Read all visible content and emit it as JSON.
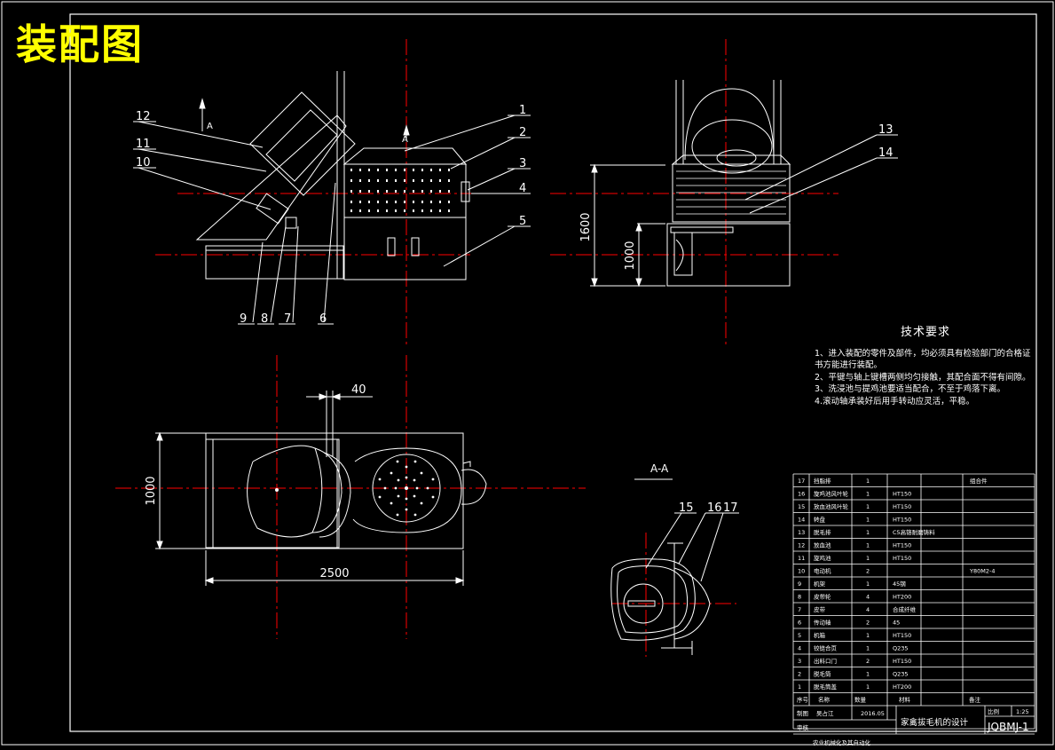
{
  "drawing_title": "装配图",
  "section_label": "A-A",
  "section_marks": [
    "A",
    "A"
  ],
  "tech_requirements": {
    "heading": "技术要求",
    "items": [
      "1、进入装配的零件及部件，均必须具有检验部门的合格证书方能进行装配。",
      "2、平键与轴上键槽两侧均匀接触，其配合面不得有间隙。",
      "3、洗浸池与提鸡池要适当配合，不至于鸡落下离。",
      "4.滚动轴承装好后用手转动应灵活，平稳。"
    ]
  },
  "dimensions": {
    "height_total": "1600",
    "height_mid": "1000",
    "plan_width": "1000",
    "plan_length": "2500",
    "gap": "40"
  },
  "callouts": {
    "front": [
      "1",
      "2",
      "3",
      "4",
      "5",
      "6",
      "7",
      "8",
      "9",
      "10",
      "11",
      "12"
    ],
    "side": [
      "13",
      "14"
    ],
    "section": [
      "15",
      "16",
      "17"
    ]
  },
  "bom": {
    "rows": [
      {
        "no": "17",
        "name": "挡脂排",
        "qty": "1",
        "material": "",
        "note": "组合件"
      },
      {
        "no": "16",
        "name": "旋鸡池风叶轮",
        "qty": "1",
        "material": "HT150",
        "note": ""
      },
      {
        "no": "15",
        "name": "放血池风叶轮",
        "qty": "1",
        "material": "HT150",
        "note": ""
      },
      {
        "no": "14",
        "name": "转盘",
        "qty": "1",
        "material": "HT150",
        "note": ""
      },
      {
        "no": "13",
        "name": "脱毛排",
        "qty": "1",
        "material": "C5高铬耐磨铸料",
        "note": ""
      },
      {
        "no": "12",
        "name": "放血池",
        "qty": "1",
        "material": "HT150",
        "note": ""
      },
      {
        "no": "11",
        "name": "旋鸡池",
        "qty": "1",
        "material": "HT150",
        "note": ""
      },
      {
        "no": "10",
        "name": "电动机",
        "qty": "2",
        "material": "",
        "note": "Y80M2-4"
      },
      {
        "no": "9",
        "name": "机架",
        "qty": "1",
        "material": "45钢",
        "note": ""
      },
      {
        "no": "8",
        "name": "皮带轮",
        "qty": "4",
        "material": "HT200",
        "note": ""
      },
      {
        "no": "7",
        "name": "皮带",
        "qty": "4",
        "material": "合成纤维",
        "note": ""
      },
      {
        "no": "6",
        "name": "传动轴",
        "qty": "2",
        "material": "45",
        "note": ""
      },
      {
        "no": "5",
        "name": "机箱",
        "qty": "1",
        "material": "HT150",
        "note": ""
      },
      {
        "no": "4",
        "name": "铰链合页",
        "qty": "1",
        "material": "Q235",
        "note": ""
      },
      {
        "no": "3",
        "name": "出料口门",
        "qty": "2",
        "material": "HT150",
        "note": ""
      },
      {
        "no": "2",
        "name": "脱毛筒",
        "qty": "1",
        "material": "Q235",
        "note": ""
      },
      {
        "no": "1",
        "name": "脱毛筒盖",
        "qty": "1",
        "material": "HT200",
        "note": ""
      }
    ],
    "header": {
      "no": "序号",
      "name": "名称",
      "qty": "数量",
      "material": "材料",
      "note": "备注"
    },
    "title_block": {
      "design_label": "制图",
      "designer": "吴占江",
      "date": "2016.05",
      "review_label": "审核",
      "drawing_name": "家禽拔毛机的设计",
      "scale_label": "比例",
      "scale": "1:25",
      "drawing_no": "JQBMJ-1",
      "institution": "农业机械化及其自动化"
    }
  }
}
